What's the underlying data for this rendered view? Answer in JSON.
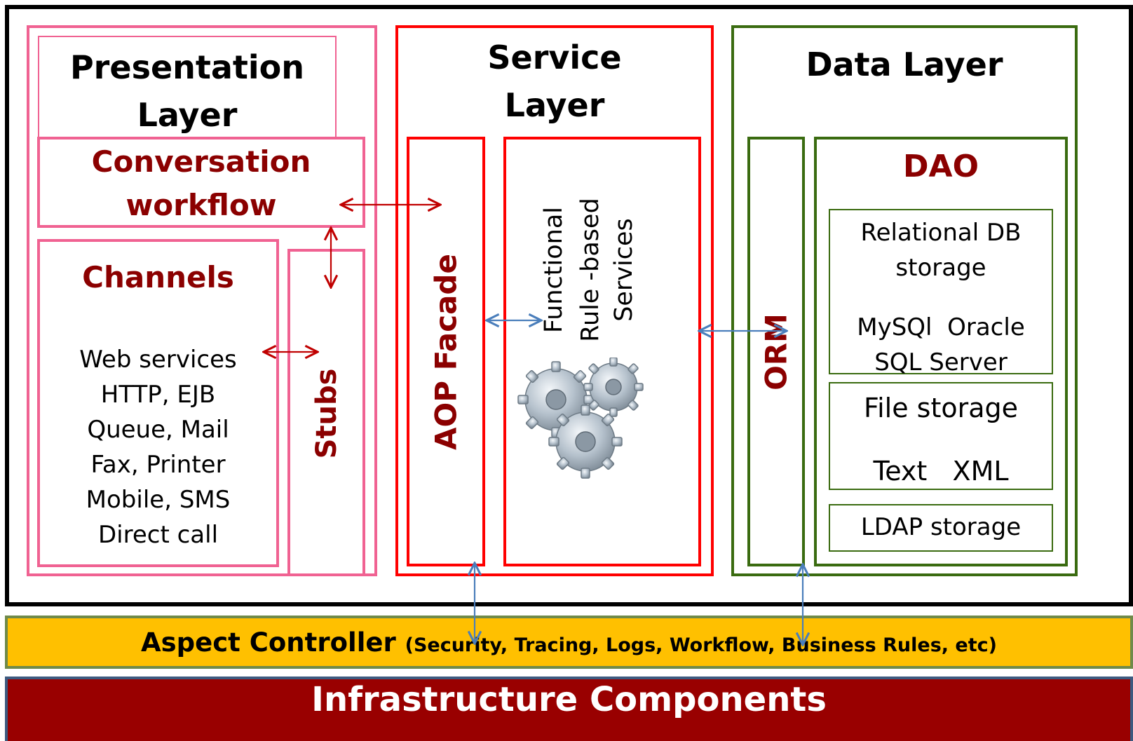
{
  "presentation": {
    "title_line1": "Presentation",
    "title_line2": "Layer",
    "conversation_line1": "Conversation",
    "conversation_line2": "workflow",
    "channels_title": "Channels",
    "channels_items": [
      "Web services",
      "HTTP, EJB",
      "Queue, Mail",
      "Fax, Printer",
      "Mobile, SMS",
      "Direct call"
    ],
    "stubs": "Stubs"
  },
  "service": {
    "title_line1": "Service",
    "title_line2": "Layer",
    "aop_facade": "AOP Facade",
    "functional_line1": "Functional",
    "functional_line2": "Rule -based",
    "functional_line3": "Services"
  },
  "data_layer": {
    "title": "Data Layer",
    "orm": "ORM",
    "dao": "DAO",
    "relational_line1": "Relational DB",
    "relational_line2": "storage",
    "relational_line3": "MySQl  Oracle",
    "relational_line4": "SQL Server",
    "file_line1": "File storage",
    "file_line2": "Text   XML",
    "ldap": "LDAP storage"
  },
  "aspect": {
    "main": "Aspect Controller",
    "detail": "(Security, Tracing, Logs, Workflow, Business Rules, etc)"
  },
  "infrastructure": "Infrastructure Components",
  "colors": {
    "presentation_border": "#f06292",
    "service_border": "#ff0000",
    "data_border": "#3a6b10",
    "dark_red_text": "#8b0000",
    "aspect_bg": "#ffc000",
    "aspect_border": "#6f8a4a",
    "infra_bg": "#990000",
    "infra_border": "#3d5a80",
    "arrow_red": "#c00000",
    "arrow_blue": "#4a7ebb"
  }
}
